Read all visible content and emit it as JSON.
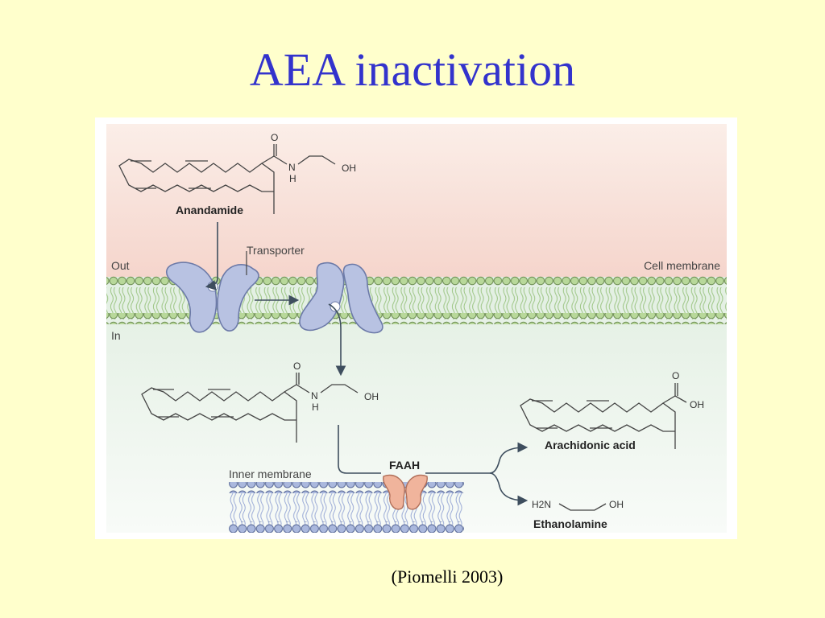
{
  "slide": {
    "title": "AEA inactivation",
    "citation": "(Piomelli 2003)"
  },
  "figure": {
    "labels": {
      "anandamide": "Anandamide",
      "transporter": "Transporter",
      "out": "Out",
      "in": "In",
      "cell_membrane": "Cell membrane",
      "inner_membrane": "Inner membrane",
      "faah": "FAAH",
      "arachidonic_acid": "Arachidonic acid",
      "ethanolamine": "Ethanolamine"
    },
    "atoms": {
      "o": "O",
      "n": "N",
      "h": "H",
      "oh": "OH",
      "h2n": "H2N"
    },
    "colors": {
      "extracellular": "#f8dfd8",
      "intracellular": "#e6f1e6",
      "membrane_heads": "#b8d89a",
      "inner_membrane_heads": "#aab8dd",
      "transporter": "#b8c2e2",
      "faah": "#f0b49c"
    }
  }
}
